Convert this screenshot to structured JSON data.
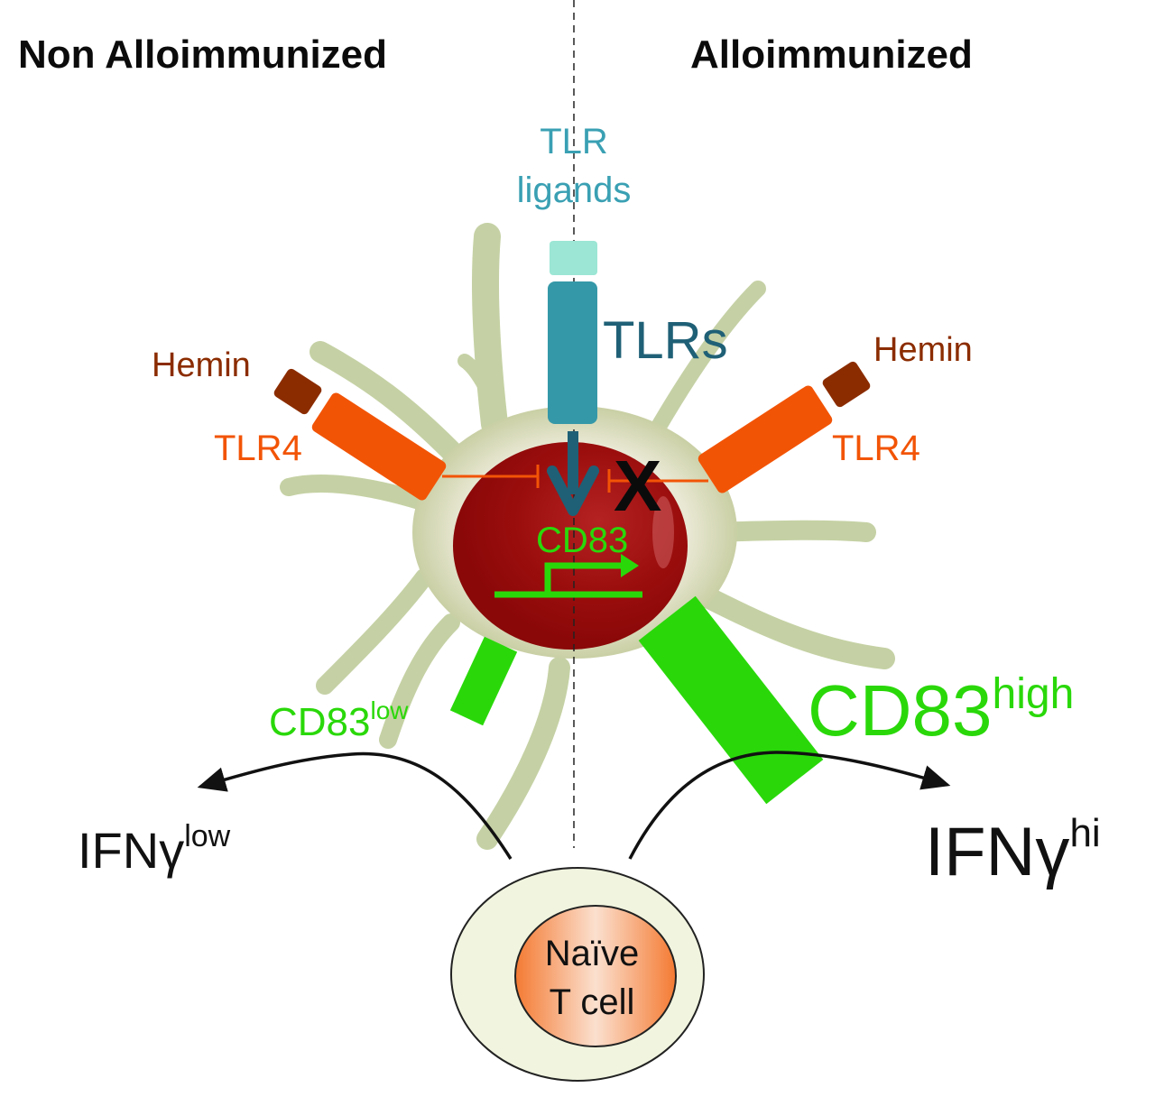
{
  "headings": {
    "left": "Non Alloimmunized",
    "right": "Alloimmunized"
  },
  "tlr_ligands": {
    "line1": "TLR",
    "line2": "ligands"
  },
  "tlrs_label": "TLRs",
  "left_side": {
    "hemin_label": "Hemin",
    "tlr4_label": "TLR4",
    "cd83_main": "CD83",
    "cd83_sup": "low",
    "ifn_main": "IFNγ",
    "ifn_sup": "low"
  },
  "right_side": {
    "hemin_label": "Hemin",
    "tlr4_label": "TLR4",
    "cd83_main": "CD83",
    "cd83_sup": "high",
    "ifn_main": "IFNγ",
    "ifn_sup": "hi",
    "block_mark": "X"
  },
  "nucleus": {
    "gene_label": "CD83"
  },
  "t_cell": {
    "line1": "Naïve",
    "line2": "T cell"
  },
  "colors": {
    "dendrite": "#c2cfa0",
    "cell_body": "#d6d9b4",
    "nucleus": "#9c0e0e",
    "tlr_receptor": "#3598a8",
    "tlr_ligand": "#9be6d4",
    "tlr_text": "#1f6076",
    "ligand_text": "#3aa0b3",
    "tlr4": "#f25406",
    "hemin": "#8b2c00",
    "cd83": "#2ad80a",
    "tcell_outer": "#f1f5df",
    "tcell_nucleus": "#f58a48"
  }
}
